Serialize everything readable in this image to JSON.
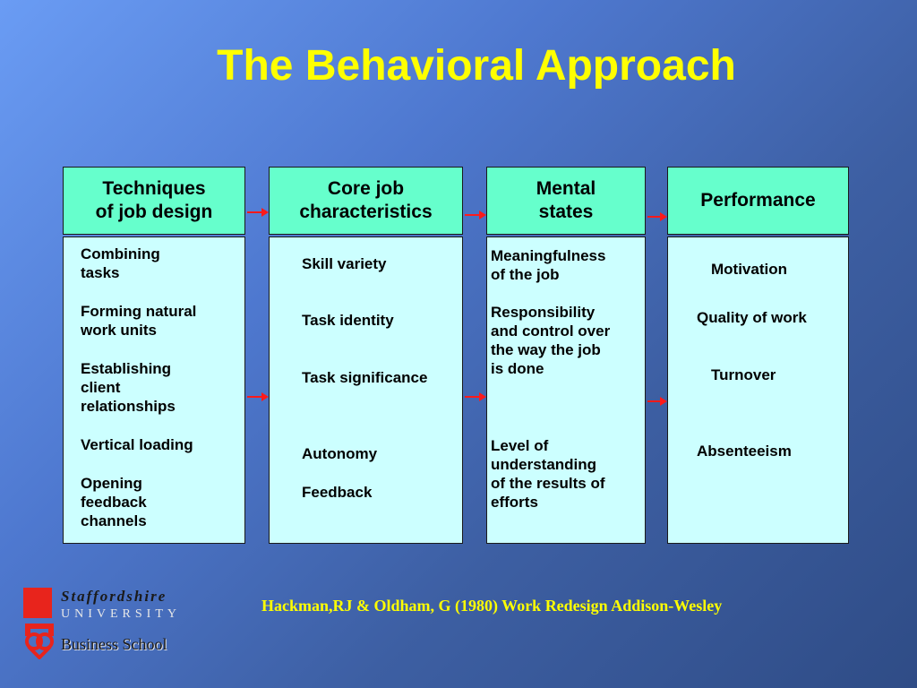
{
  "title": "The Behavioral Approach",
  "columns": [
    {
      "header": [
        "Techniques",
        "of job design"
      ],
      "items": [
        [
          "Combining",
          "tasks"
        ],
        [
          "Forming natural",
          "work units"
        ],
        [
          "Establishing",
          "client",
          "relationships"
        ],
        [
          "Vertical loading"
        ],
        [
          "Opening",
          "feedback",
          "channels"
        ]
      ]
    },
    {
      "header": [
        "Core job",
        "characteristics"
      ],
      "items": [
        [
          "Skill variety"
        ],
        [
          "Task identity"
        ],
        [
          "Task significance"
        ],
        [
          "Autonomy"
        ],
        [
          "Feedback"
        ]
      ]
    },
    {
      "header": [
        "Mental",
        "states"
      ],
      "items": [
        [
          "Meaningfulness",
          "of the job"
        ],
        [
          "Responsibility",
          "and control over",
          "the way the job",
          "is done"
        ],
        [
          "Level of",
          "understanding",
          "of the results of",
          "efforts"
        ]
      ]
    },
    {
      "header": [
        "Performance"
      ],
      "items": [
        [
          "Motivation"
        ],
        [
          "Quality of work"
        ],
        [
          "Turnover"
        ],
        [
          "Absenteeism"
        ]
      ]
    }
  ],
  "citation": "Hackman,RJ & Oldham, G (1980) Work Redesign Addison-Wesley",
  "logo": {
    "line1": "Staffordshire",
    "line2": "UNIVERSITY",
    "line3": "Business School"
  },
  "colors": {
    "title": "#ffff00",
    "header_fill": "#66ffcc",
    "body_fill": "#ccffff",
    "arrow": "#ff1a1a"
  }
}
